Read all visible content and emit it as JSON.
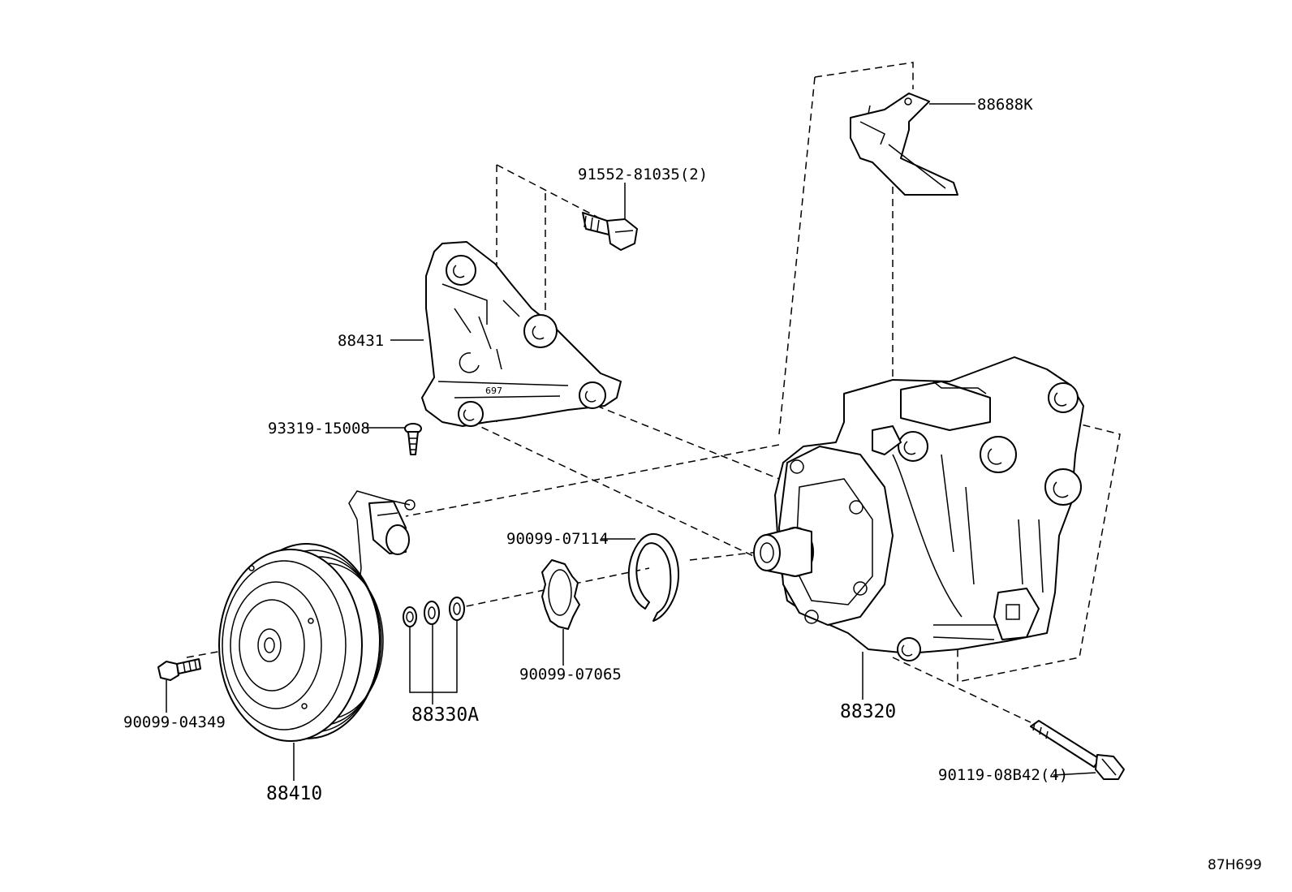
{
  "parts": {
    "p88688K": "88688K",
    "p91552": "91552-81035(2)",
    "p88431": "88431",
    "p93319": "93319-15008",
    "p90099_07114": "90099-07114",
    "p90099_07065": "90099-07065",
    "p88320": "88320",
    "p88330A": "88330A",
    "p90099_04349": "90099-04349",
    "p88410": "88410",
    "p90119": "90119-08B42(4)"
  },
  "diagram_ref": "87H699"
}
